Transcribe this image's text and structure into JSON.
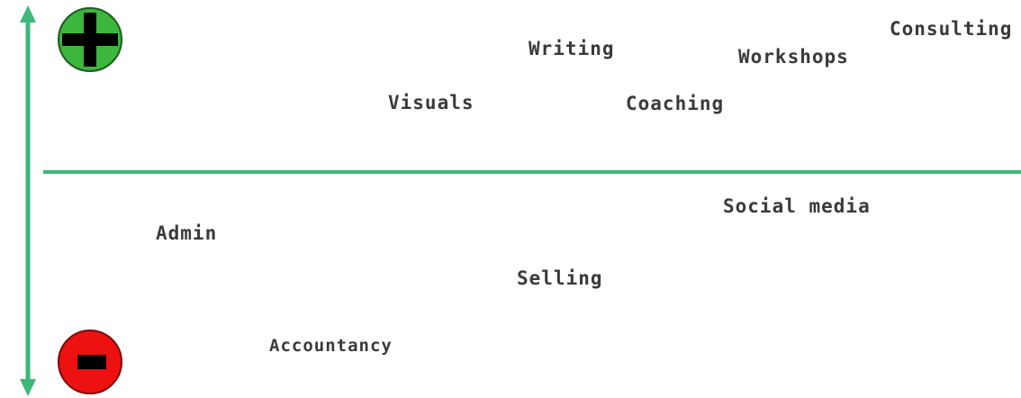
{
  "activities": {
    "consulting": "Consulting",
    "writing": "Writing",
    "workshops": "Workshops",
    "visuals": "Visuals",
    "coaching": "Coaching",
    "social_media": "Social media",
    "admin": "Admin",
    "selling": "Selling",
    "accountancy": "Accountancy"
  },
  "icons": {
    "top": "plus-icon",
    "bottom": "minus-icon"
  },
  "colors": {
    "axis": "#3cb878",
    "positive": "#3cb63c",
    "negative": "#ee1111",
    "symbol": "#000000",
    "text": "#3a3a3a"
  }
}
